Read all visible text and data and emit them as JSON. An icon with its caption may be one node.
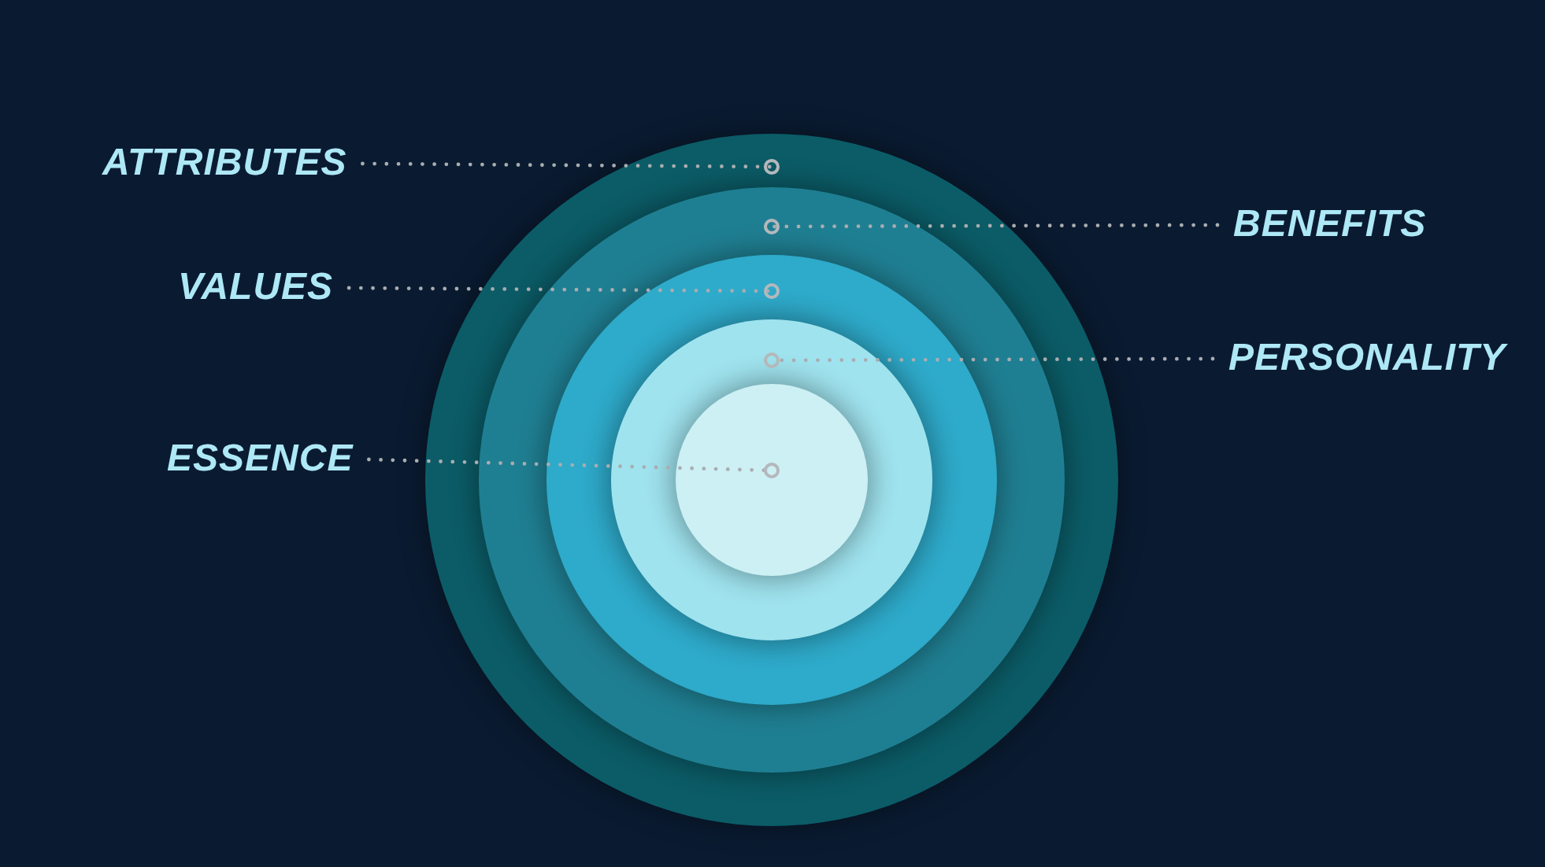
{
  "diagram": {
    "nodes": [
      {
        "text": [
          "ATTRIBUTES"
        ]
      },
      {
        "text": [
          "BENEFITS"
        ]
      },
      {
        "text": [
          "VALUES"
        ]
      },
      {
        "text": [
          "PERSONALITY"
        ]
      },
      {
        "text": [
          "ESSENCE"
        ]
      },
      {
        "text": [],
        "shape": "circle"
      },
      {
        "text": [],
        "shape": "circle",
        "in": 5
      },
      {
        "text": [],
        "shape": "circle",
        "in": 6
      },
      {
        "text": [],
        "shape": "circle",
        "in": 7
      },
      {
        "text": [],
        "shape": "circle",
        "in": 8
      }
    ],
    "edges": [
      {
        "from": 0,
        "to": 5,
        "arrow": "other",
        "style": "dashed"
      },
      {
        "from": 1,
        "to": 6,
        "arrow": "other",
        "style": "dashed"
      },
      {
        "from": 2,
        "to": 7,
        "arrow": "other",
        "style": "dashed"
      },
      {
        "from": 3,
        "to": 8,
        "arrow": "other",
        "style": "dashed"
      },
      {
        "from": 4,
        "to": 9,
        "arrow": "other",
        "style": "dashed"
      }
    ]
  }
}
